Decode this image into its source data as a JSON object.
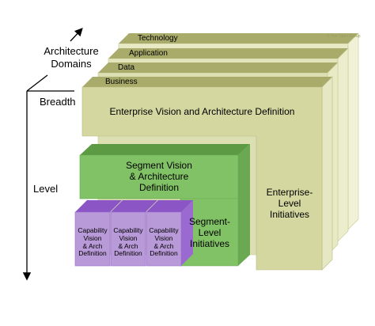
{
  "axes": {
    "architecture_domains": "Architecture\nDomains",
    "breadth": "Breadth",
    "level": "Level"
  },
  "domains": {
    "technology": "Technology",
    "application": "Application",
    "data": "Data",
    "business": "Business"
  },
  "copyright": "© The Open Group",
  "enterprise": {
    "vision": "Enterprise Vision and Architecture Definition",
    "initiatives": "Enterprise-\nLevel\nInitiatives"
  },
  "segment": {
    "vision": "Segment Vision\n& Architecture\nDefinition",
    "initiatives": "Segment-\nLevel\nInitiatives"
  },
  "capability": {
    "label": "Capability\nVision\n& Arch\nDefinition"
  },
  "colors": {
    "enterprise_front": "#d4d7a0",
    "enterprise_top": "#a8ab6a",
    "enterprise_side": "#e6e8c3",
    "segment_front": "#82c266",
    "segment_top": "#5c9a44",
    "capability_front": "#b99ad8",
    "capability_top": "#8b55c5"
  }
}
